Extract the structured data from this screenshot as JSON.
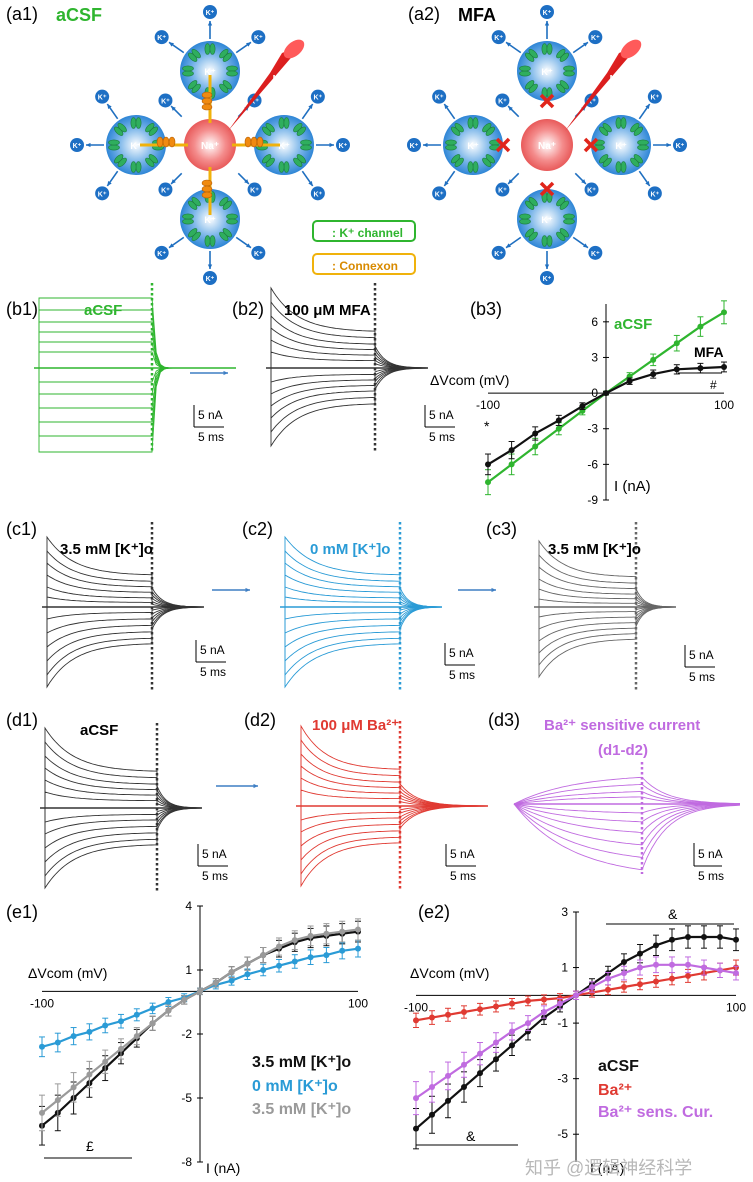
{
  "a1": {
    "label": "(a1)",
    "title": "aCSF"
  },
  "a2": {
    "label": "(a2)",
    "title": "MFA"
  },
  "ions": {
    "k": "K⁺",
    "na": "Na⁺"
  },
  "legend": {
    "channel": ": K⁺ channel",
    "connexon": ": Connexon"
  },
  "b1": {
    "label": "(b1)",
    "title": "aCSF"
  },
  "b2": {
    "label": "(b2)",
    "title": "100 μM MFA"
  },
  "b3": {
    "label": "(b3)",
    "series_acsf": "aCSF",
    "series_mfa": "MFA",
    "xlabel": "ΔVcom (mV)",
    "ylabel": "I (nA)",
    "hash": "#",
    "star": "*",
    "yticks": [
      "6",
      "3",
      "0",
      "-3",
      "-6",
      "-9"
    ],
    "xticks": [
      "-100",
      "100"
    ]
  },
  "c1": {
    "label": "(c1)",
    "title": "3.5 mM [K⁺]o"
  },
  "c2": {
    "label": "(c2)",
    "title": "0 mM [K⁺]o"
  },
  "c3": {
    "label": "(c3)",
    "title": "3.5 mM [K⁺]o"
  },
  "d1": {
    "label": "(d1)",
    "title": "aCSF"
  },
  "d2": {
    "label": "(d2)",
    "title": "100 μM Ba²⁺"
  },
  "d3": {
    "label": "(d3)",
    "title": "Ba²⁺ sensitive current",
    "subtitle": "(d1-d2)"
  },
  "scale": {
    "na": "5 nA",
    "ms": "5 ms"
  },
  "e1": {
    "label": "(e1)",
    "xlabel": "ΔVcom (mV)",
    "ylabel": "I (nA)",
    "legend": [
      "3.5 mM [K⁺]o",
      "0 mM [K⁺]o",
      "3.5 mM [K⁺]o"
    ],
    "pound": "£",
    "yticks": [
      "4",
      "1",
      "-2",
      "-5",
      "-8"
    ],
    "xticks": [
      "-100",
      "100"
    ]
  },
  "e2": {
    "label": "(e2)",
    "xlabel": "ΔVcom (mV)",
    "ylabel": "I (nA)",
    "legend": [
      "aCSF",
      "Ba²⁺",
      "Ba²⁺ sens. Cur."
    ],
    "amp": "&",
    "yticks": [
      "3",
      "1",
      "-1",
      "-3",
      "-5"
    ],
    "xticks": [
      "-100",
      "100"
    ]
  },
  "watermark": "知乎 @逻辑神经科学",
  "colors": {
    "green": "#2fb52f",
    "blue": "#2a9bd6",
    "red": "#e03a32",
    "purple": "#c06be0",
    "gray": "#9a9a9a",
    "black": "#111111"
  },
  "chart_data": [
    {
      "type": "line",
      "panel": "b3",
      "x": [
        -100,
        -80,
        -60,
        -40,
        -20,
        0,
        20,
        40,
        60,
        80,
        100
      ],
      "series": [
        {
          "name": "aCSF",
          "values": [
            -7.5,
            -6,
            -4.5,
            -3,
            -1.5,
            0,
            1.4,
            2.8,
            4.2,
            5.6,
            6.8
          ]
        },
        {
          "name": "MFA",
          "values": [
            -6,
            -4.8,
            -3.4,
            -2.3,
            -1.1,
            0,
            1,
            1.6,
            2,
            2.1,
            2.2
          ]
        }
      ],
      "ylim": [
        -9,
        7.5
      ],
      "xlim": [
        -100,
        100
      ]
    },
    {
      "type": "line",
      "panel": "e1",
      "x": [
        -100,
        -90,
        -80,
        -70,
        -60,
        -50,
        -40,
        -30,
        -20,
        -10,
        0,
        10,
        20,
        30,
        40,
        50,
        60,
        70,
        80,
        90,
        100
      ],
      "series": [
        {
          "name": "3.5 mM [K⁺]o",
          "values": [
            -6.3,
            -5.7,
            -5.0,
            -4.3,
            -3.6,
            -2.9,
            -2.2,
            -1.5,
            -0.9,
            -0.4,
            0,
            0.4,
            0.9,
            1.3,
            1.7,
            2.0,
            2.3,
            2.5,
            2.6,
            2.7,
            2.8
          ]
        },
        {
          "name": "0 mM [K⁺]o",
          "values": [
            -2.6,
            -2.4,
            -2.1,
            -1.9,
            -1.6,
            -1.4,
            -1.1,
            -0.8,
            -0.5,
            -0.3,
            0,
            0.3,
            0.5,
            0.8,
            1.0,
            1.2,
            1.4,
            1.6,
            1.7,
            1.9,
            2.0
          ]
        },
        {
          "name": "3.5 mM [K⁺]o",
          "values": [
            -5.7,
            -5.1,
            -4.5,
            -3.9,
            -3.3,
            -2.7,
            -2.1,
            -1.5,
            -0.9,
            -0.4,
            0,
            0.4,
            0.9,
            1.3,
            1.7,
            2.1,
            2.4,
            2.6,
            2.7,
            2.8,
            2.9
          ]
        }
      ],
      "ylim": [
        -8,
        4
      ],
      "xlim": [
        -100,
        100
      ]
    },
    {
      "type": "line",
      "panel": "e2",
      "x": [
        -100,
        -90,
        -80,
        -70,
        -60,
        -50,
        -40,
        -30,
        -20,
        -10,
        0,
        10,
        20,
        30,
        40,
        50,
        60,
        70,
        80,
        90,
        100
      ],
      "series": [
        {
          "name": "aCSF",
          "values": [
            -4.8,
            -4.3,
            -3.8,
            -3.3,
            -2.8,
            -2.3,
            -1.8,
            -1.3,
            -0.8,
            -0.4,
            0,
            0.4,
            0.8,
            1.2,
            1.5,
            1.8,
            2.0,
            2.1,
            2.1,
            2.1,
            2.0
          ]
        },
        {
          "name": "Ba²⁺",
          "values": [
            -0.9,
            -0.8,
            -0.7,
            -0.6,
            -0.5,
            -0.4,
            -0.3,
            -0.2,
            -0.15,
            -0.1,
            0,
            0.1,
            0.2,
            0.3,
            0.4,
            0.5,
            0.6,
            0.7,
            0.8,
            0.9,
            1.0
          ]
        },
        {
          "name": "Ba²⁺ sens. Cur.",
          "values": [
            -3.7,
            -3.3,
            -2.9,
            -2.5,
            -2.1,
            -1.7,
            -1.3,
            -1.0,
            -0.6,
            -0.3,
            0,
            0.3,
            0.6,
            0.8,
            1.0,
            1.1,
            1.1,
            1.1,
            1.0,
            0.9,
            0.8
          ]
        }
      ],
      "ylim": [
        -6,
        3
      ],
      "xlim": [
        -100,
        100
      ]
    }
  ]
}
